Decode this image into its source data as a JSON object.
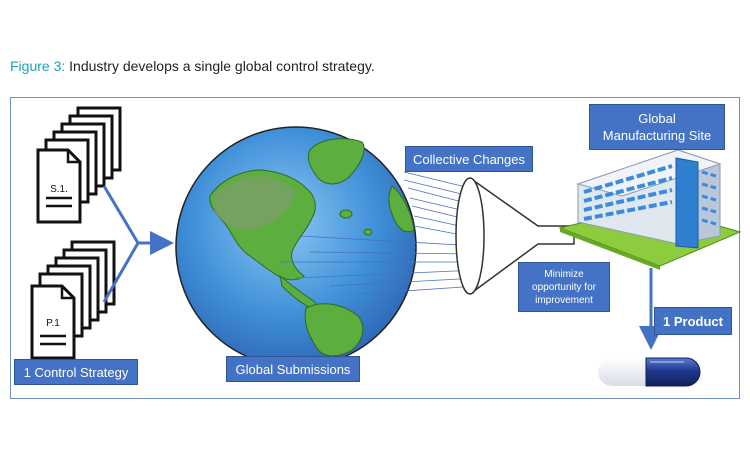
{
  "caption": {
    "lead": "Figure 3:",
    "text": " Industry develops a single global control strategy."
  },
  "documents": {
    "top_label": "S.1.",
    "bottom_label": "P.1"
  },
  "labels": {
    "control_strategy": "1 Control Strategy",
    "global_submissions": "Global Submissions",
    "collective_changes": "Collective Changes",
    "global_site": "Global Manufacturing Site",
    "minimize": "Minimize opportunity for improvement",
    "product": "1 Product"
  },
  "colors": {
    "label_bg": "#4472c4",
    "ocean": "#3f8fd8",
    "land": "#5cae3f",
    "arrow": "#4472c4",
    "pill": "#1f3a8c"
  },
  "icons": [
    "document-stack-icon",
    "globe-icon",
    "funnel-icon",
    "building-icon",
    "capsule-icon",
    "arrow-icon"
  ]
}
